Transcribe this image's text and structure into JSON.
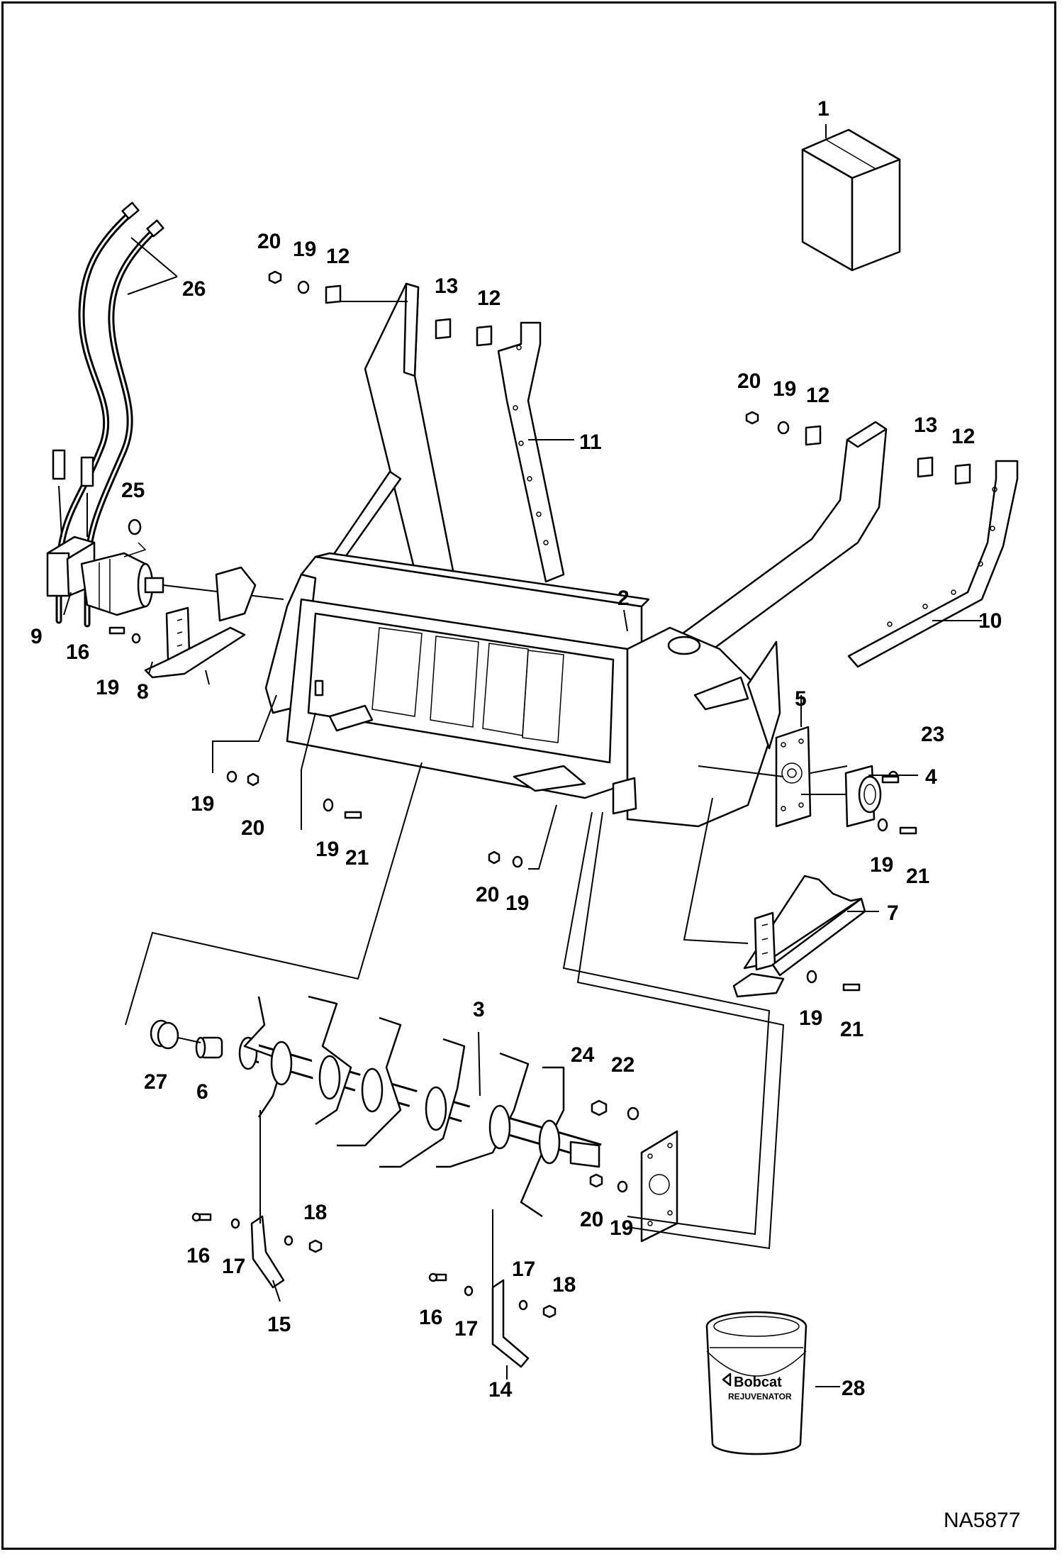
{
  "drawing_id": "NA5877",
  "container_label": {
    "brand": "Bobcat",
    "product": "REJUVENATOR"
  },
  "callouts": {
    "c1": "1",
    "c2": "2",
    "c3": "3",
    "c4": "4",
    "c5": "5",
    "c6": "6",
    "c7": "7",
    "c8": "8",
    "c9": "9",
    "c10": "10",
    "c11": "11",
    "c12a": "12",
    "c12b": "12",
    "c12c": "12",
    "c12d": "12",
    "c13a": "13",
    "c13b": "13",
    "c14": "14",
    "c15": "15",
    "c16a": "16",
    "c16b": "16",
    "c16c": "16",
    "c17a": "17",
    "c17b": "17",
    "c17c": "17",
    "c18a": "18",
    "c18b": "18",
    "c19a": "19",
    "c19b": "19",
    "c19c": "19",
    "c19d": "19",
    "c19e": "19",
    "c19f": "19",
    "c19g": "19",
    "c19h": "19",
    "c19i": "19",
    "c20a": "20",
    "c20b": "20",
    "c20c": "20",
    "c20d": "20",
    "c20e": "20",
    "c21a": "21",
    "c21b": "21",
    "c21c": "21",
    "c22": "22",
    "c23": "23",
    "c24": "24",
    "c25": "25",
    "c26": "26",
    "c27": "27",
    "c28": "28"
  }
}
